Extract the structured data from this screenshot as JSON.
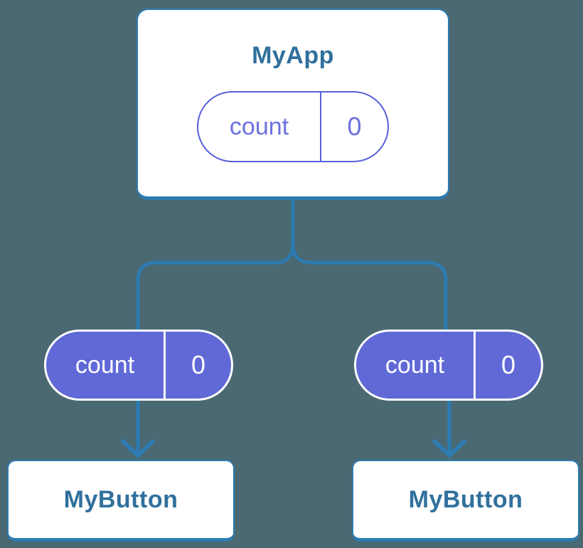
{
  "diagram": {
    "root": {
      "title": "MyApp",
      "state": {
        "label": "count",
        "value": "0"
      }
    },
    "children": [
      {
        "title": "MyButton",
        "prop": {
          "label": "count",
          "value": "0"
        }
      },
      {
        "title": "MyButton",
        "prop": {
          "label": "count",
          "value": "0"
        }
      }
    ]
  },
  "colors": {
    "background": "#4b6972",
    "connector": "#2d7bb1",
    "node_border": "#2d7bb1",
    "node_text": "#30709d",
    "pill_fill": "#6069d6",
    "pill_outline": "#5560d8",
    "pill_outline_text": "#6b71df",
    "pill_text_on_fill": "#ffffff"
  }
}
